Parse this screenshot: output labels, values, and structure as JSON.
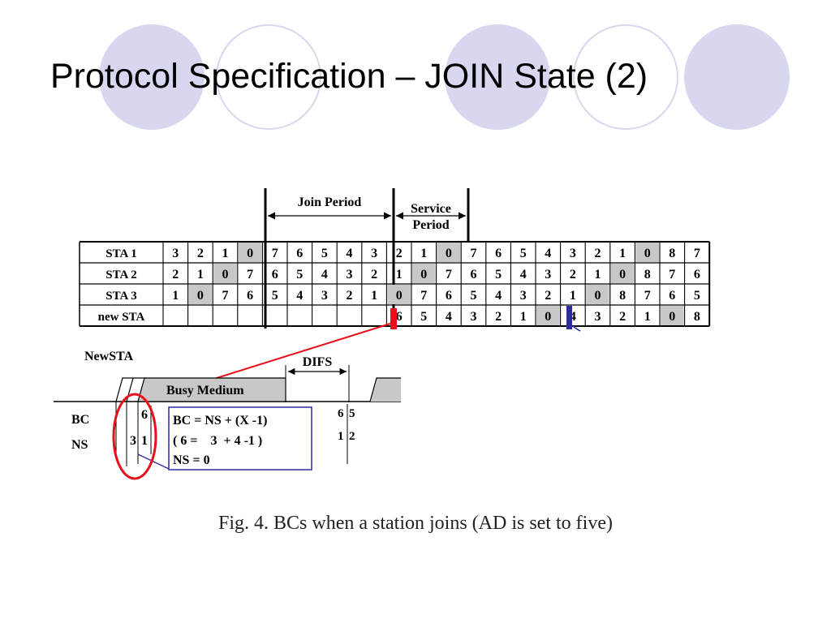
{
  "title": "Protocol Specification – JOIN State (2)",
  "diagram": {
    "join_period_label": "Join Period",
    "service_period_label_line1": "Service",
    "service_period_label_line2": "Period",
    "rows": [
      {
        "label": "STA 1",
        "cells": [
          "3",
          "2",
          "1",
          "0",
          "7",
          "6",
          "5",
          "4",
          "3",
          "2",
          "1",
          "0",
          "7",
          "6",
          "5",
          "4",
          "3",
          "2",
          "1",
          "0",
          "8",
          "7"
        ]
      },
      {
        "label": "STA 2",
        "cells": [
          "2",
          "1",
          "0",
          "7",
          "6",
          "5",
          "4",
          "3",
          "2",
          "1",
          "0",
          "7",
          "6",
          "5",
          "4",
          "3",
          "2",
          "1",
          "0",
          "8",
          "7",
          "6"
        ]
      },
      {
        "label": "STA 3",
        "cells": [
          "1",
          "0",
          "7",
          "6",
          "5",
          "4",
          "3",
          "2",
          "1",
          "0",
          "7",
          "6",
          "5",
          "4",
          "3",
          "2",
          "1",
          "0",
          "8",
          "7",
          "6",
          "5"
        ]
      },
      {
        "label": "new STA",
        "cells": [
          "",
          "",
          "",
          "",
          "",
          "",
          "",
          "",
          "",
          "6",
          "5",
          "4",
          "3",
          "2",
          "1",
          "0",
          "4",
          "3",
          "2",
          "1",
          "0",
          "8"
        ]
      }
    ],
    "newsta_label": "NewSTA",
    "difs_label": "DIFS",
    "busy_medium_label": "Busy Medium",
    "bc_label": "BC",
    "ns_label": "NS",
    "bc_value": "6",
    "ns_values": [
      "3",
      "1"
    ],
    "formula_lines": [
      "BC = NS + (X -1)",
      "( 6 =    3  + 4 -1 )",
      "NS = 0"
    ],
    "right_bc_values": [
      "6",
      "5"
    ],
    "right_ns_values": [
      "1",
      "2"
    ]
  },
  "caption": "Fig. 4.  BCs when a station joins (AD is set to five)",
  "colors": {
    "circle_fill": "#d7d7ef",
    "shade_cell": "#c8c8c8",
    "busy_fill": "#c8c8c8",
    "red": "#e8101a",
    "blue": "#2c2c9c"
  }
}
